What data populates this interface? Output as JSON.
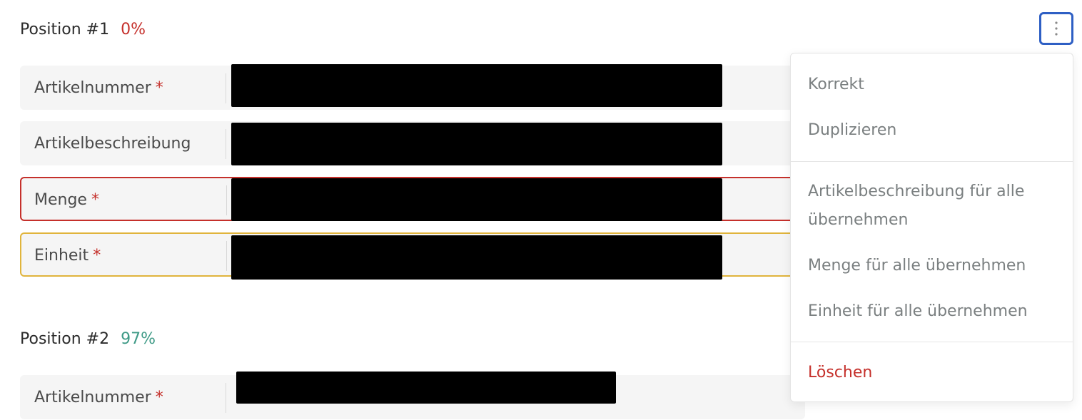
{
  "positions": [
    {
      "title": "Position #1",
      "percent": "0%",
      "percent_color": "#c5302b",
      "fields": [
        {
          "label": "Artikelnummer",
          "required": "*"
        },
        {
          "label": "Artikelbeschreibung",
          "required": ""
        },
        {
          "label": "Menge",
          "required": "*"
        },
        {
          "label": "Einheit",
          "required": "*"
        }
      ]
    },
    {
      "title": "Position #2",
      "percent": "97%",
      "percent_color": "#3e9a86",
      "fields": [
        {
          "label": "Artikelnummer",
          "required": "*"
        }
      ]
    }
  ],
  "menu": {
    "button_icon": "more-vertical-icon",
    "items": [
      {
        "label": "Korrekt"
      },
      {
        "label": "Duplizieren"
      },
      {
        "label": "Artikelbeschreibung für alle übernehmen"
      },
      {
        "label": "Menge für alle übernehmen"
      },
      {
        "label": "Einheit für alle übernehmen"
      },
      {
        "label": "Löschen"
      }
    ]
  },
  "colors": {
    "error": "#c5302b",
    "warning": "#e0b43c",
    "focus": "#2e5fc4",
    "success": "#3e9a86"
  }
}
